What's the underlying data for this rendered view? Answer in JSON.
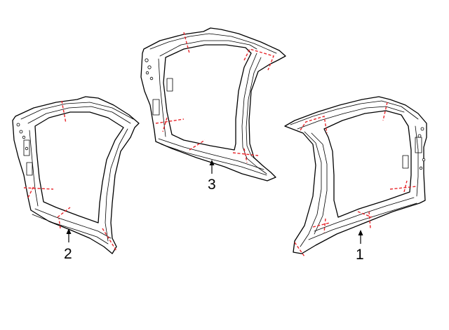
{
  "colors": {
    "background": "#ffffff",
    "linework": "#000000",
    "cut_lines": "#e8262b"
  },
  "callouts": [
    {
      "id": "1",
      "label": "1"
    },
    {
      "id": "2",
      "label": "2"
    },
    {
      "id": "3",
      "label": "3"
    }
  ]
}
